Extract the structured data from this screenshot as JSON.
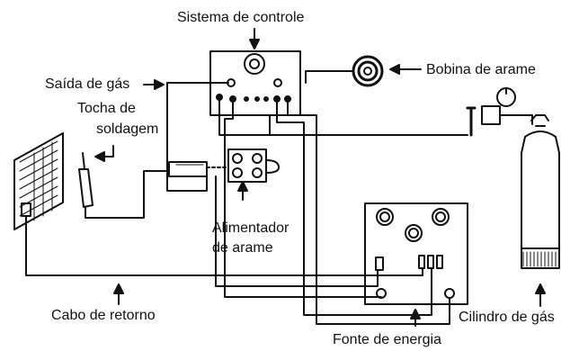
{
  "labels": {
    "control_system": "Sistema de controle",
    "gas_outlet": "Saída de gás",
    "torch_line1": "Tocha de",
    "torch_line2": "soldagem",
    "wire_spool": "Bobina de arame",
    "wire_feeder_line1": "Alimentador",
    "wire_feeder_line2": "de arame",
    "return_cable": "Cabo de retorno",
    "gas_cylinder": "Cilindro de gás",
    "power_source": "Fonte de energia"
  },
  "colors": {
    "line": "#111111",
    "background": "#ffffff"
  }
}
